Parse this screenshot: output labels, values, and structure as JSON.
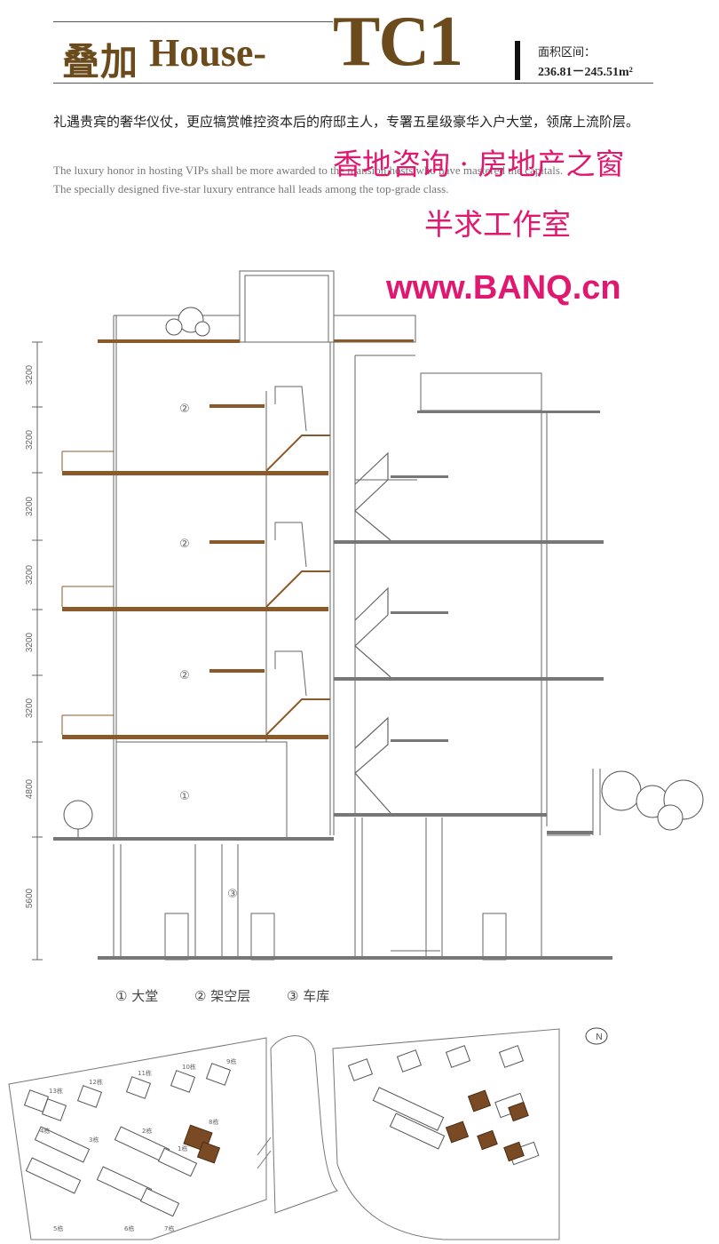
{
  "header": {
    "title_zh": "叠加",
    "title_en": "House-",
    "title_code": "TC1",
    "area_label": "面积区间：",
    "area_value": "236.81－245.51m²"
  },
  "description": {
    "zh": "礼遇贵宾的奢华仪仗，更应犒赏帷控资本后的府邸主人，专署五星级豪华入户大堂，领席上流阶层。",
    "en_line1": "The luxury honor in hosting VIPs shall be more awarded to the mansion hosts who have mastered the capitals.",
    "en_line2": "The specially designed five-star luxury entrance hall leads among the top-grade class."
  },
  "watermark": {
    "line1": "香地咨询 · 房地产之窗",
    "line2": "半求工作室",
    "line3": "www.BANQ.cn"
  },
  "section": {
    "dimensions": [
      "3200",
      "3200",
      "3200",
      "3200",
      "3200",
      "3200",
      "4800",
      "5600"
    ],
    "room_markers": [
      "②",
      "②",
      "②",
      "①",
      "③"
    ]
  },
  "legend": {
    "item1": "① 大堂",
    "item2": "② 架空层",
    "item3": "③ 车库"
  },
  "site_plan": {
    "north_label": "N",
    "building_labels": [
      "13栋",
      "12栋",
      "11栋",
      "10栋",
      "9栋",
      "8栋",
      "7栋",
      "6栋",
      "5栋",
      "4栋",
      "3栋",
      "2栋",
      "1栋"
    ]
  },
  "colors": {
    "title": "#6b4a1c",
    "slab": "#8b5a2b",
    "watermark": "#e0186f",
    "highlight_building": "#7a4a24"
  }
}
